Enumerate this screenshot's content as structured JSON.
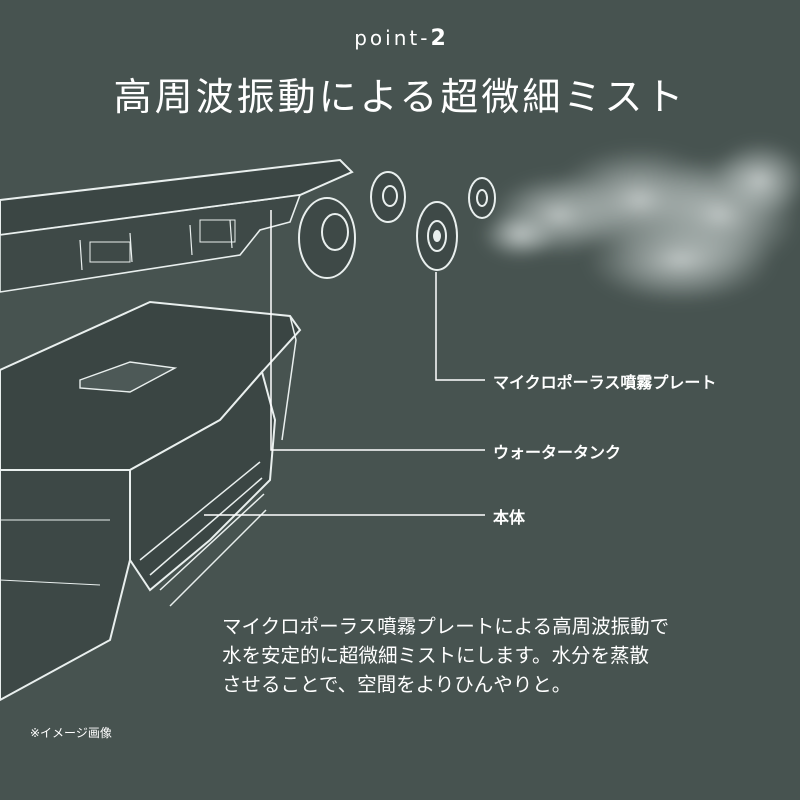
{
  "header": {
    "point_prefix": "point-",
    "point_number": "2",
    "title": "高周波振動による超微細ミスト"
  },
  "callouts": {
    "plate": "マイクロポーラス噴霧プレート",
    "tank": "ウォータータンク",
    "body": "本体"
  },
  "description": {
    "line1": "マイクロポーラス噴霧プレートによる高周波振動で",
    "line2": "水を安定的に超微細ミストにします。水分を蒸散",
    "line3": "させることで、空間をよりひんやりと。"
  },
  "note": "※イメージ画像",
  "colors": {
    "background": "#475350",
    "line": "#ffffff"
  }
}
